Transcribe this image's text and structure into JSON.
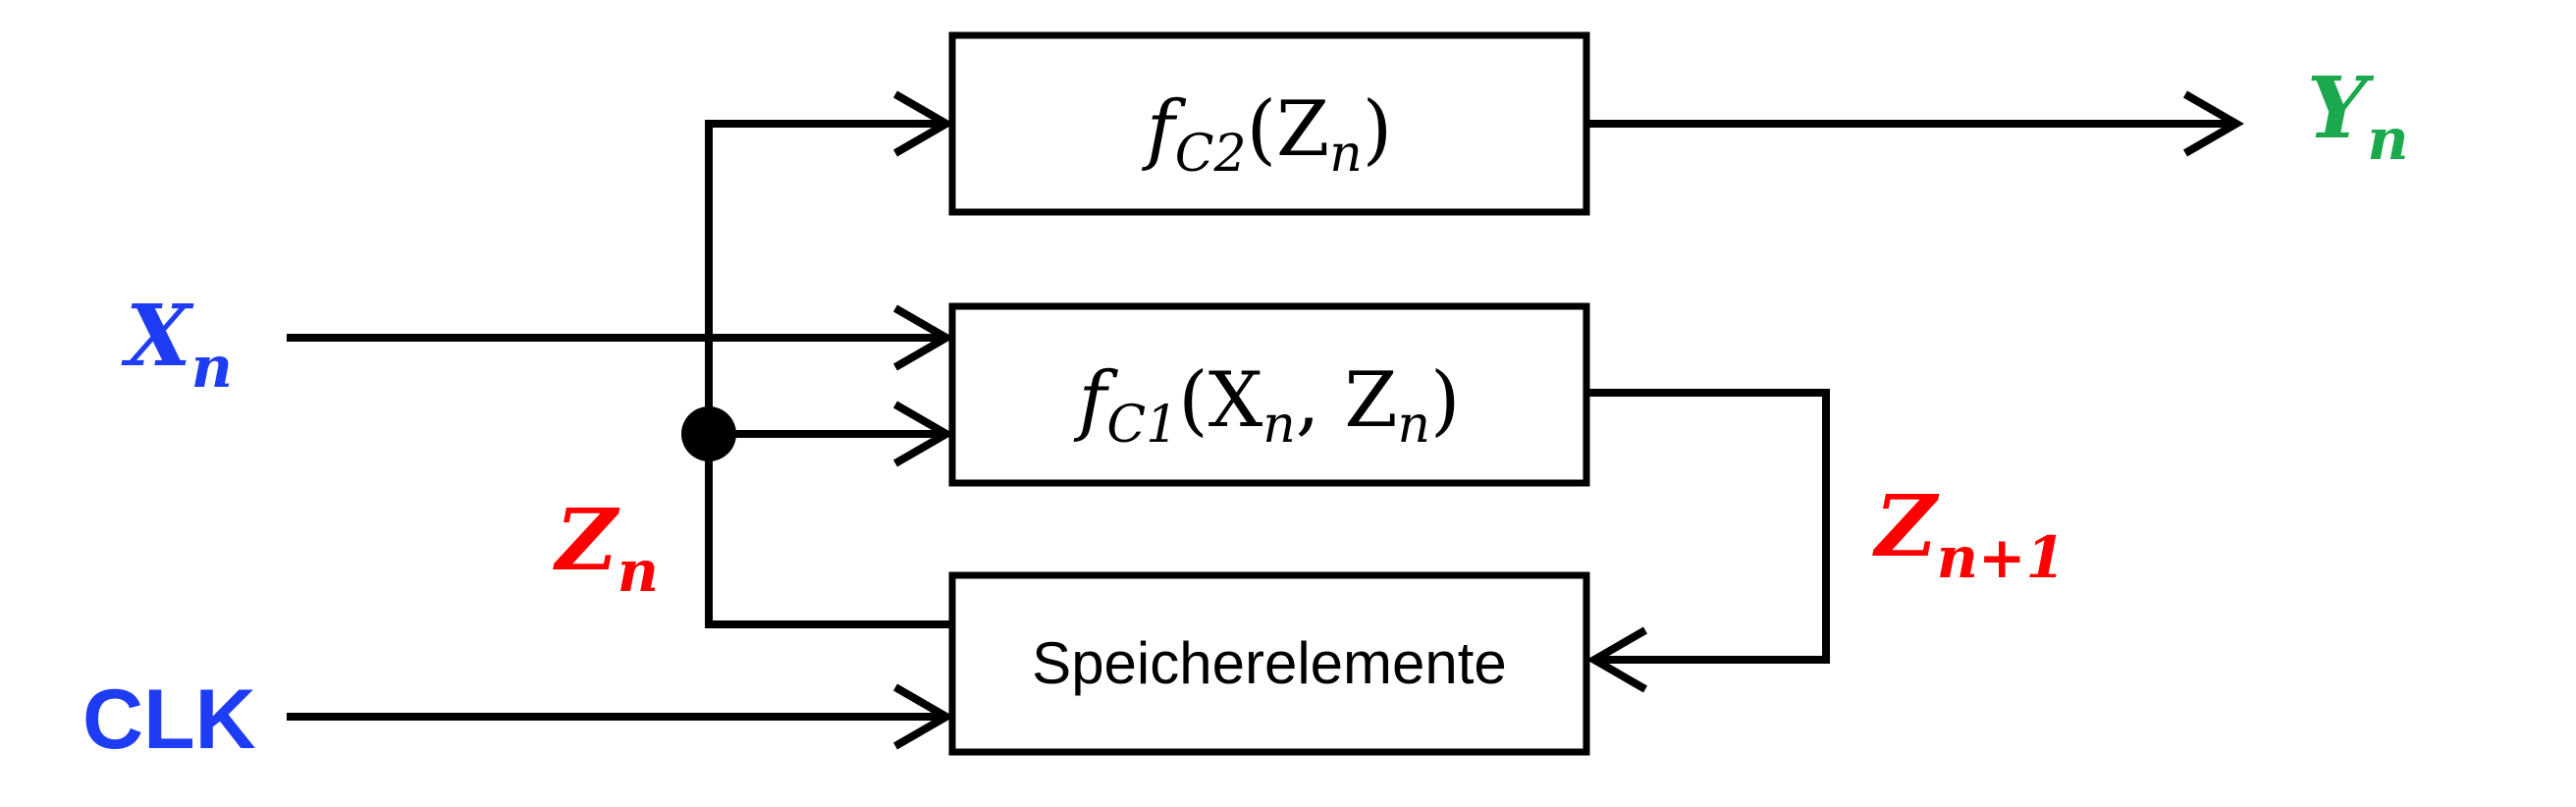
{
  "colors": {
    "line": "#000000",
    "input_blue": "#1f3cf5",
    "state_red": "#ff0000",
    "output_green": "#1ca84c"
  },
  "blocks": {
    "output_function": {
      "name": "f",
      "sub": "C2",
      "args": "(Z",
      "args_sub": "n",
      "close": ")"
    },
    "next_state_function": {
      "name": "f",
      "sub": "C1",
      "args": "(X",
      "args_sub": "n",
      "sep": ", Z",
      "sep_sub": "n",
      "close": ")"
    },
    "memory": {
      "label": "Speicherelemente"
    }
  },
  "signals": {
    "input": {
      "base": "X",
      "sub": "n"
    },
    "clock": {
      "label": "CLK"
    },
    "state": {
      "base": "Z",
      "sub": "n"
    },
    "next_state": {
      "base": "Z",
      "sub": "n+1"
    },
    "output": {
      "base": "Y",
      "sub": "n"
    }
  }
}
